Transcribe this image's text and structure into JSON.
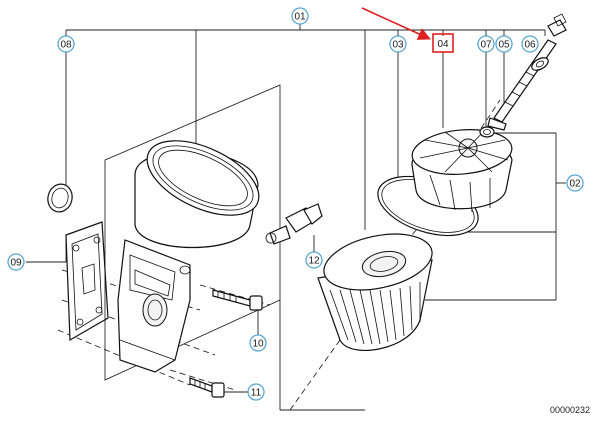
{
  "callouts": {
    "c01": "01",
    "c02": "02",
    "c03": "03",
    "c04": "04",
    "c05": "05",
    "c06": "06",
    "c07": "07",
    "c08": "08",
    "c09": "09",
    "c10": "10",
    "c11": "11",
    "c12": "12"
  },
  "highlighted_callout": "04",
  "diagram_id": "00000232",
  "colors": {
    "callout_ring": "#5aa6d6",
    "highlight": "#e02020",
    "line": "#111111"
  }
}
